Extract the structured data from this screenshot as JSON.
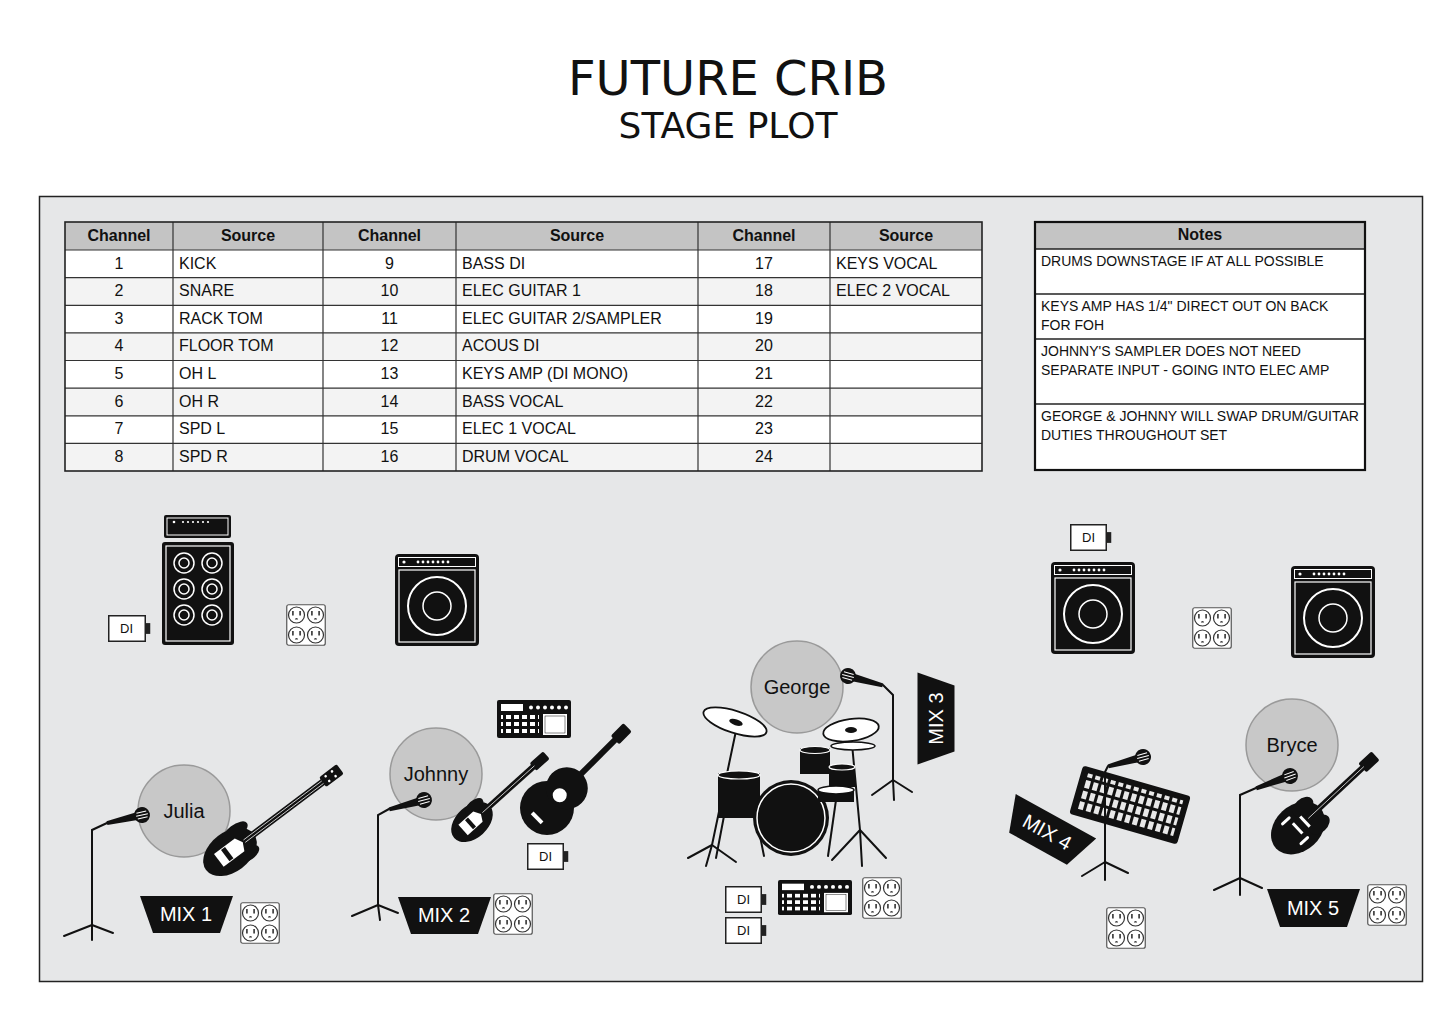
{
  "diagram": {
    "title": "FUTURE CRIB",
    "nodes": [
      {
        "text": [
          "DI"
        ]
      },
      {
        "text": [
          "DI"
        ]
      },
      {
        "text": [
          "George"
        ]
      },
      {
        "text": [
          "MIX 3"
        ]
      },
      {
        "text": [
          "Bryce"
        ]
      },
      {
        "text": [
          "Johnny"
        ]
      },
      {
        "text": [
          "Julia"
        ]
      },
      {
        "text": [
          "MIX 4"
        ]
      },
      {
        "text": [
          "DI"
        ]
      },
      {
        "text": [
          "DI"
        ]
      },
      {
        "text": [
          "MIX 2"
        ]
      },
      {
        "text": [
          "MIX 1"
        ]
      },
      {
        "text": [
          "MIX 5"
        ]
      },
      {
        "text": [
          "DI"
        ]
      }
    ],
    "labels": [
      "STAGE PLOT",
      "Channel",
      "Source",
      "Channel",
      "Source",
      "Channel",
      "Source",
      "1",
      "KICK",
      "9",
      "BASS DI",
      "17",
      "KEYS VOCAL",
      "2",
      "SNARE",
      "10",
      "ELEC GUITAR 1",
      "18",
      "ELEC 2 VOCAL",
      "3",
      "RACK TOM",
      "11",
      "ELEC GUITAR 2/SAMPLER",
      "19",
      "4",
      "FLOOR TOM",
      "12",
      "ACOUS DI",
      "20",
      "5",
      "OH L",
      "13",
      "KEYS AMP (DI MONO)",
      "21",
      "6",
      "OH R",
      "14",
      "BASS VOCAL",
      "22",
      "7",
      "SPD L",
      "15",
      "ELEC 1 VOCAL",
      "23",
      "8",
      "SPD R",
      "16",
      "DRUM VOCAL",
      "24",
      "Notes",
      "DRUMS DOWNSTAGE IF AT ALL POSSIBLE",
      "KEYS AMP HAS 1/4\" DIRECT OUT ON BACK FOR FOH",
      "JOHNNY'S SAMPLER DOES NOT NEED SEPARATE INPUT - GOING INTO ELEC AMP",
      "GEORGE & JOHNNY WILL SWAP DRUM/GUITAR DUTIES THROUGHOUT SET"
    ]
  }
}
